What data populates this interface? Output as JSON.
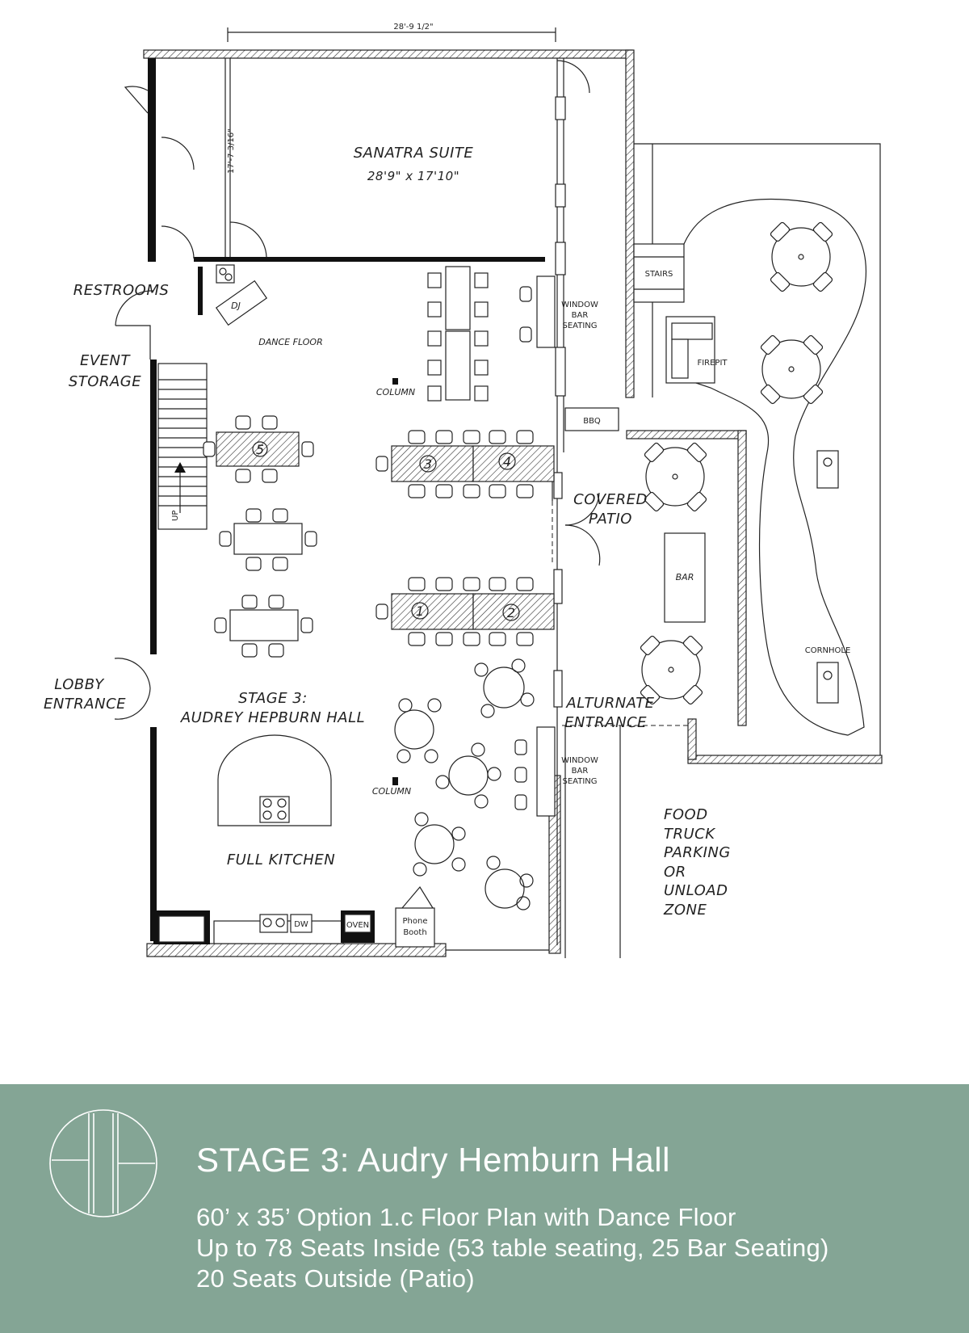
{
  "plan": {
    "dimension_top": "28'-9 1/2\"",
    "dimension_side": "17'-7 3/16\"",
    "rooms": {
      "suite_name": "SANATRA SUITE",
      "suite_size": "28'9\" x 17'10\"",
      "restrooms": "RESTROOMS",
      "event_storage_1": "EVENT",
      "event_storage_2": "STORAGE",
      "dj": "DJ",
      "dance_floor": "DANCE FLOOR",
      "column_1": "COLUMN",
      "column_2": "COLUMN",
      "window_bar_1a": "WINDOW",
      "window_bar_1b": "BAR",
      "window_bar_1c": "SEATING",
      "window_bar_2a": "WINDOW",
      "window_bar_2b": "BAR",
      "window_bar_2c": "SEATING",
      "stairs": "STAIRS",
      "firepit": "FIREPIT",
      "bbq": "BBQ",
      "covered_patio_1": "COVERED",
      "covered_patio_2": "PATIO",
      "bar": "BAR",
      "cornhole": "CORNHOLE",
      "lobby_1": "LOBBY",
      "lobby_2": "ENTRANCE",
      "stage_1": "STAGE 3:",
      "stage_2": "AUDREY HEPBURN HALL",
      "alt_1": "ALTURNATE",
      "alt_2": "ENTRANCE",
      "kitchen": "FULL KITCHEN",
      "food_1": "FOOD",
      "food_2": "TRUCK",
      "food_3": "PARKING",
      "food_4": "OR",
      "food_5": "UNLOAD",
      "food_6": "ZONE",
      "up": "UP",
      "dw": "DW",
      "oven": "OVEN",
      "phone_1": "Phone",
      "phone_2": "Booth"
    },
    "table_numbers": [
      "1",
      "2",
      "3",
      "4",
      "5"
    ]
  },
  "footer": {
    "title": "STAGE 3: Audry Hemburn Hall",
    "lines": [
      "60’ x 35’ Option 1.c Floor Plan with Dance Floor",
      "Up to 78 Seats Inside (53 table seating, 25 Bar Seating)",
      "20 Seats Outside (Patio)"
    ],
    "background": "#84a595",
    "logo_icon": "fh-monogram-logo"
  }
}
